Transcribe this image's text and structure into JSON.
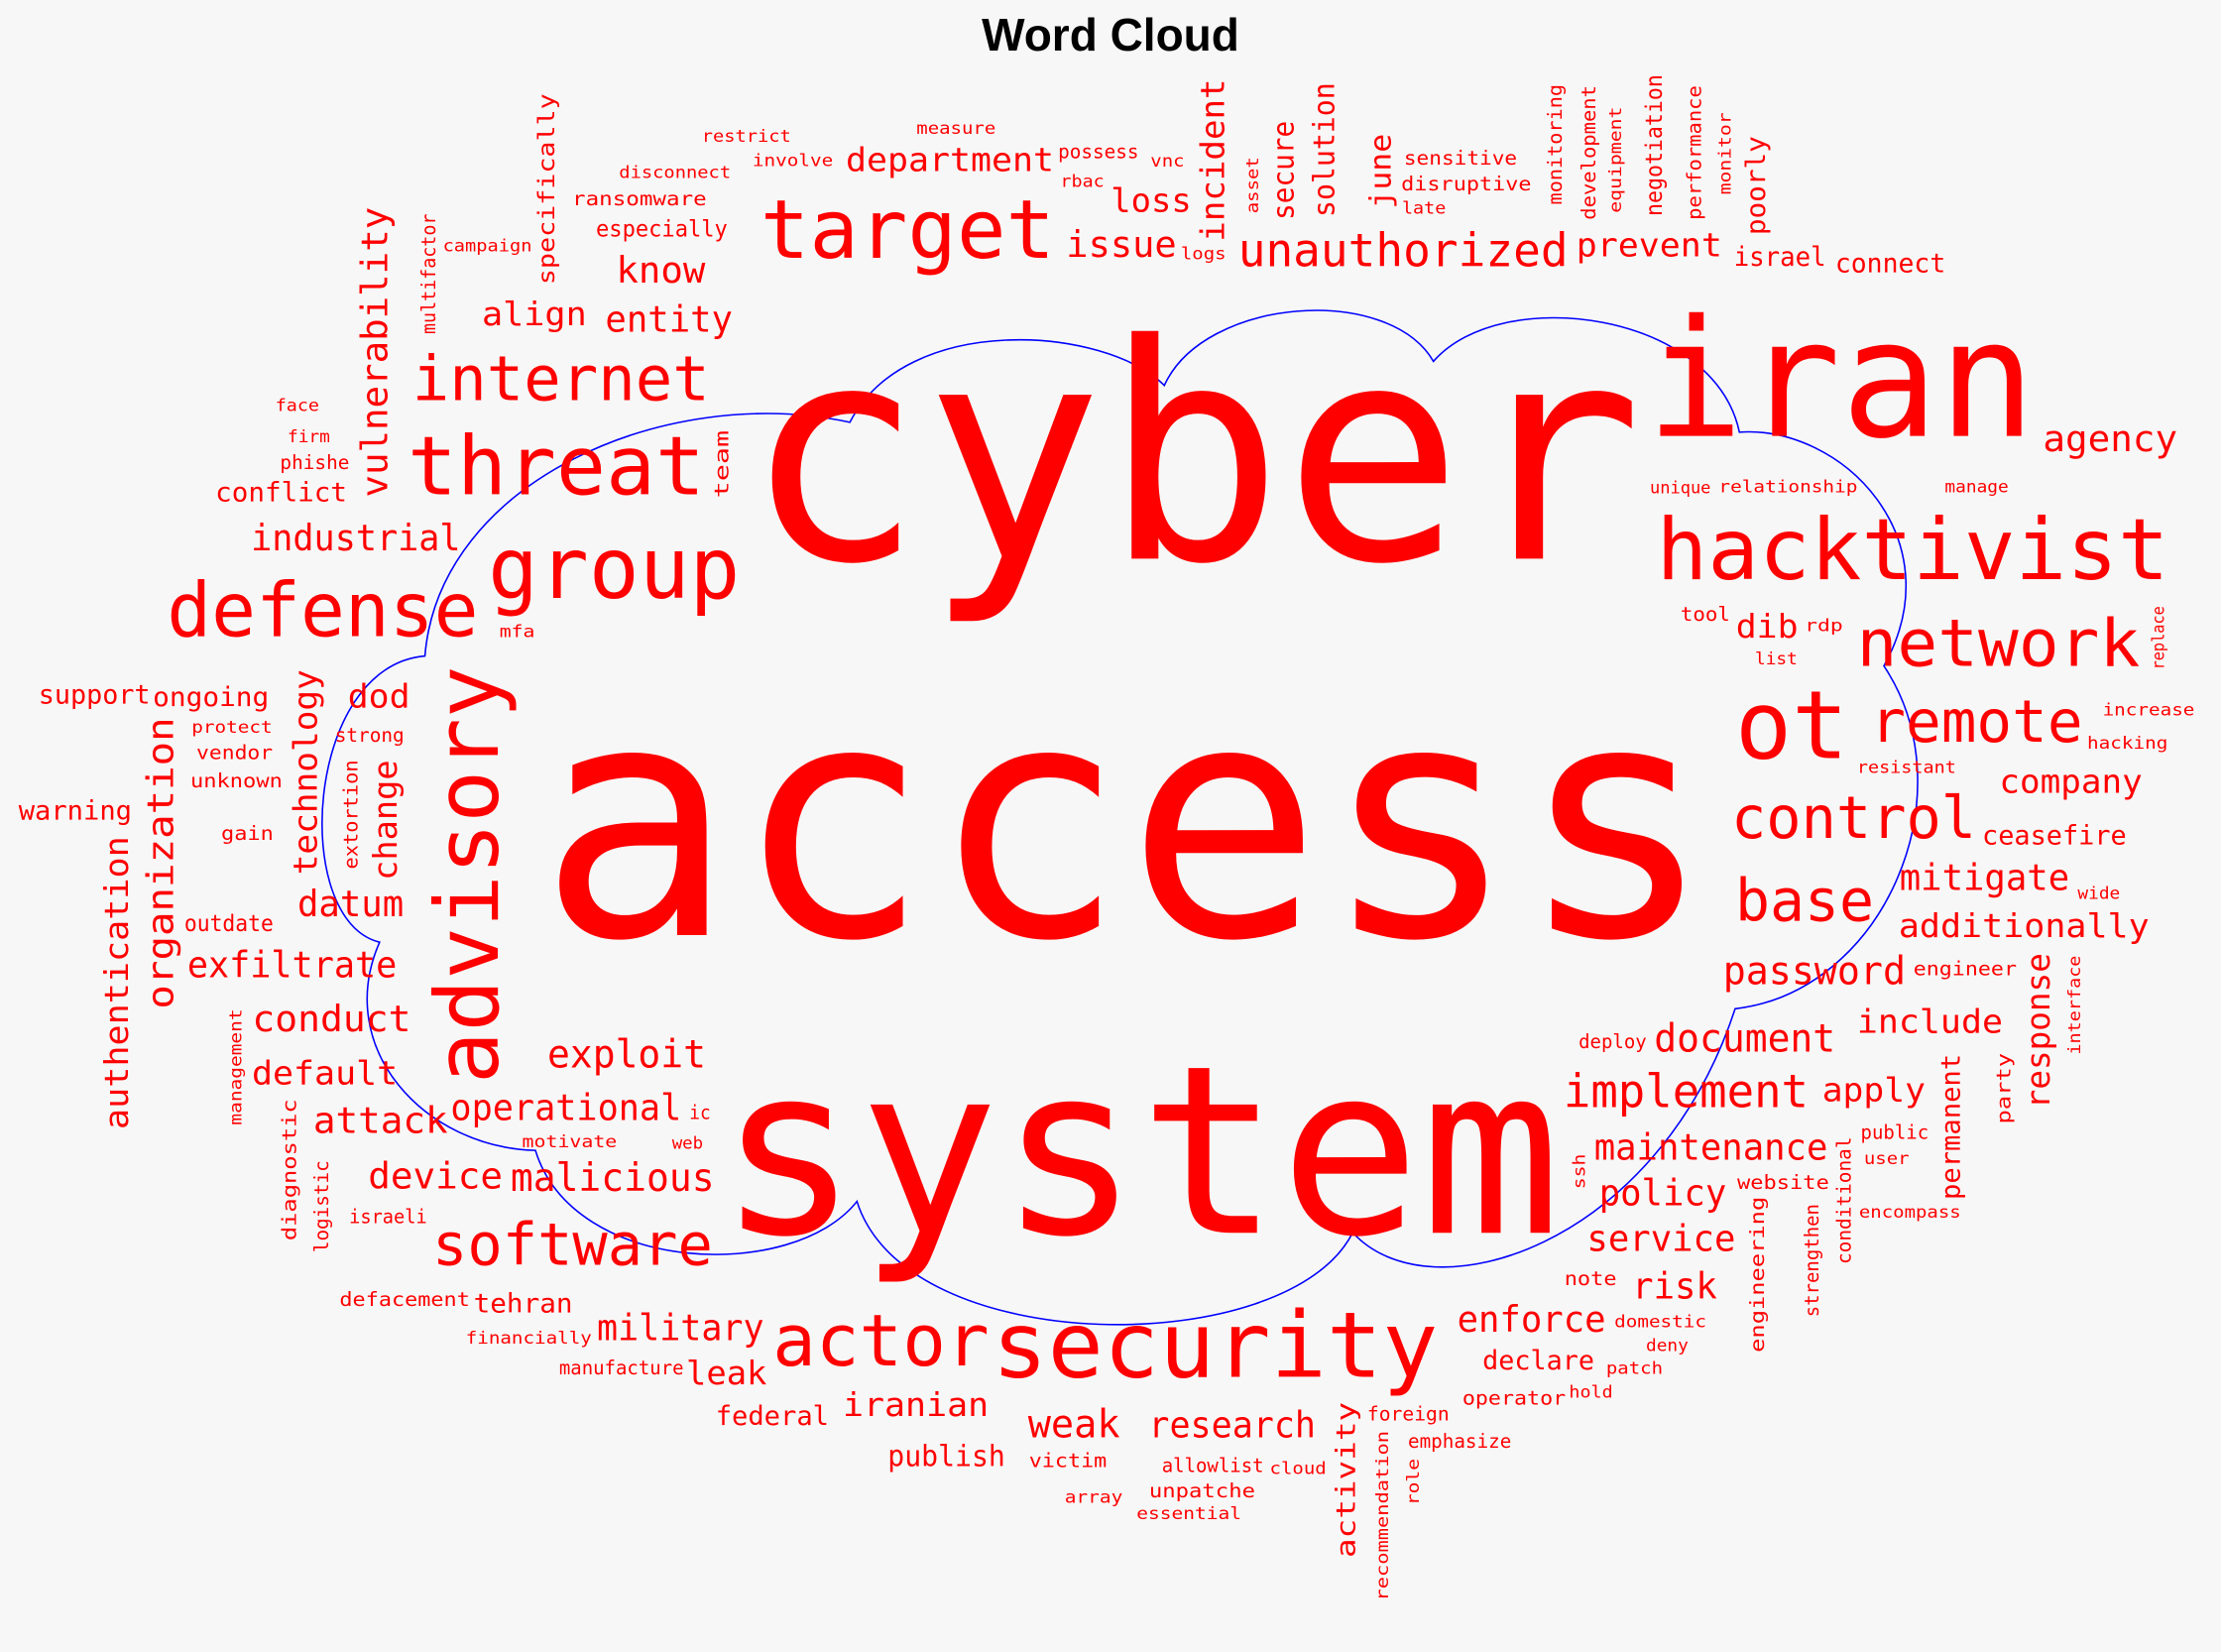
{
  "title": "Word Cloud",
  "chart_data": {
    "type": "wordcloud",
    "title": "Word Cloud",
    "word_color": "#ff0000",
    "outline_color": "#0000ff",
    "background_color": "#f7f7f7",
    "words": [
      {
        "text": "access",
        "weight": 1.0
      },
      {
        "text": "cyber",
        "weight": 0.92
      },
      {
        "text": "system",
        "weight": 0.72
      },
      {
        "text": "iran",
        "weight": 0.5
      },
      {
        "text": "hacktivist",
        "weight": 0.26
      },
      {
        "text": "ot",
        "weight": 0.29
      },
      {
        "text": "security",
        "weight": 0.28
      },
      {
        "text": "actor",
        "weight": 0.22
      },
      {
        "text": "threat",
        "weight": 0.25
      },
      {
        "text": "target",
        "weight": 0.25
      },
      {
        "text": "group",
        "weight": 0.26
      },
      {
        "text": "defense",
        "weight": 0.23
      },
      {
        "text": "internet",
        "weight": 0.19
      },
      {
        "text": "advisory",
        "weight": 0.27
      },
      {
        "text": "network",
        "weight": 0.2
      },
      {
        "text": "remote",
        "weight": 0.18
      },
      {
        "text": "control",
        "weight": 0.18
      },
      {
        "text": "base",
        "weight": 0.18
      },
      {
        "text": "unauthorized",
        "weight": 0.14
      },
      {
        "text": "software",
        "weight": 0.18
      },
      {
        "text": "implement",
        "weight": 0.14
      },
      {
        "text": "password",
        "weight": 0.12
      },
      {
        "text": "exploit",
        "weight": 0.12
      },
      {
        "text": "malicious",
        "weight": 0.12
      },
      {
        "text": "research",
        "weight": 0.11
      },
      {
        "text": "enforce",
        "weight": 0.11
      },
      {
        "text": "weak",
        "weight": 0.12
      },
      {
        "text": "military",
        "weight": 0.11
      },
      {
        "text": "manufacture",
        "weight": 0.06
      },
      {
        "text": "operational",
        "weight": 0.11
      },
      {
        "text": "device",
        "weight": 0.11
      },
      {
        "text": "attack",
        "weight": 0.11
      },
      {
        "text": "default",
        "weight": 0.1
      },
      {
        "text": "conduct",
        "weight": 0.11
      },
      {
        "text": "outdate",
        "weight": 0.07
      },
      {
        "text": "exfiltrate",
        "weight": 0.11
      },
      {
        "text": "iranian",
        "weight": 0.1
      },
      {
        "text": "declare",
        "weight": 0.08
      },
      {
        "text": "maintenance",
        "weight": 0.11
      },
      {
        "text": "document",
        "weight": 0.12
      },
      {
        "text": "include",
        "weight": 0.1
      },
      {
        "text": "apply",
        "weight": 0.1
      },
      {
        "text": "policy",
        "weight": 0.11
      },
      {
        "text": "service",
        "weight": 0.11
      },
      {
        "text": "risk",
        "weight": 0.11
      },
      {
        "text": "federal",
        "weight": 0.08
      },
      {
        "text": "leak",
        "weight": 0.1
      },
      {
        "text": "datum",
        "weight": 0.11
      },
      {
        "text": "ongoing",
        "weight": 0.08
      },
      {
        "text": "tehran",
        "weight": 0.08
      },
      {
        "text": "publish",
        "weight": 0.09
      },
      {
        "text": "allowlist",
        "weight": 0.06
      },
      {
        "text": "foreign",
        "weight": 0.06
      },
      {
        "text": "motivate",
        "weight": 0.05
      },
      {
        "text": "strong",
        "weight": 0.06
      },
      {
        "text": "ic",
        "weight": 0.06
      },
      {
        "text": "mfa",
        "weight": 0.05
      },
      {
        "text": "warning",
        "weight": 0.08
      },
      {
        "text": "support",
        "weight": 0.08
      },
      {
        "text": "unknown",
        "weight": 0.06
      },
      {
        "text": "vendor",
        "weight": 0.06
      },
      {
        "text": "gain",
        "weight": 0.06
      },
      {
        "text": "protect",
        "weight": 0.05
      },
      {
        "text": "conflict",
        "weight": 0.08
      },
      {
        "text": "dod",
        "weight": 0.1
      },
      {
        "text": "firm",
        "weight": 0.05
      },
      {
        "text": "face",
        "weight": 0.05
      },
      {
        "text": "industrial",
        "weight": 0.11
      },
      {
        "text": "align",
        "weight": 0.1
      },
      {
        "text": "issue",
        "weight": 0.11
      },
      {
        "text": "department",
        "weight": 0.1
      },
      {
        "text": "measure",
        "weight": 0.05
      },
      {
        "text": "loss",
        "weight": 0.1
      },
      {
        "text": "logs",
        "weight": 0.05
      },
      {
        "text": "especially",
        "weight": 0.07
      },
      {
        "text": "possess",
        "weight": 0.06
      },
      {
        "text": "involve",
        "weight": 0.05
      },
      {
        "text": "disconnect",
        "weight": 0.05
      },
      {
        "text": "rbac",
        "weight": 0.05
      },
      {
        "text": "entity",
        "weight": 0.11
      },
      {
        "text": "restrict",
        "weight": 0.05
      },
      {
        "text": "phishe",
        "weight": 0.06
      },
      {
        "text": "know",
        "weight": 0.11
      },
      {
        "text": "ransomware",
        "weight": 0.06
      },
      {
        "text": "campaign",
        "weight": 0.05
      },
      {
        "text": "late",
        "weight": 0.05
      },
      {
        "text": "disruptive",
        "weight": 0.06
      },
      {
        "text": "vnc",
        "weight": 0.05
      },
      {
        "text": "prevent",
        "weight": 0.1
      },
      {
        "text": "israel",
        "weight": 0.08
      },
      {
        "text": "agency",
        "weight": 0.11
      },
      {
        "text": "connect",
        "weight": 0.08
      },
      {
        "text": "unique",
        "weight": 0.05
      },
      {
        "text": "relationship",
        "weight": 0.05
      },
      {
        "text": "list",
        "weight": 0.05
      },
      {
        "text": "dib",
        "weight": 0.1
      },
      {
        "text": "rdp",
        "weight": 0.05
      },
      {
        "text": "manage",
        "weight": 0.05
      },
      {
        "text": "additionally",
        "weight": 0.1
      },
      {
        "text": "increase",
        "weight": 0.05
      },
      {
        "text": "sensitive",
        "weight": 0.06
      },
      {
        "text": "tool",
        "weight": 0.06
      },
      {
        "text": "resistant",
        "weight": 0.05
      },
      {
        "text": "company",
        "weight": 0.1
      },
      {
        "text": "hacking",
        "weight": 0.05
      },
      {
        "text": "wide",
        "weight": 0.05
      },
      {
        "text": "user",
        "weight": 0.05
      },
      {
        "text": "deploy",
        "weight": 0.06
      },
      {
        "text": "mitigate",
        "weight": 0.11
      },
      {
        "text": "engineer",
        "weight": 0.06
      },
      {
        "text": "ceasefire",
        "weight": 0.08
      },
      {
        "text": "public",
        "weight": 0.06
      },
      {
        "text": "encompass",
        "weight": 0.05
      },
      {
        "text": "website",
        "weight": 0.06
      },
      {
        "text": "domestic",
        "weight": 0.05
      },
      {
        "text": "deny",
        "weight": 0.05
      },
      {
        "text": "patch",
        "weight": 0.05
      },
      {
        "text": "hold",
        "weight": 0.05
      },
      {
        "text": "note",
        "weight": 0.06
      },
      {
        "text": "victim",
        "weight": 0.06
      },
      {
        "text": "unpatche",
        "weight": 0.06
      },
      {
        "text": "array",
        "weight": 0.05
      },
      {
        "text": "operator",
        "weight": 0.06
      },
      {
        "text": "emphasize",
        "weight": 0.06
      },
      {
        "text": "cloud",
        "weight": 0.05
      },
      {
        "text": "essential",
        "weight": 0.05
      },
      {
        "text": "israeli",
        "weight": 0.06
      },
      {
        "text": "web",
        "weight": 0.05
      },
      {
        "text": "defacement",
        "weight": 0.06
      },
      {
        "text": "financially",
        "weight": 0.05
      },
      {
        "text": "authentication",
        "weight": 0.1
      },
      {
        "text": "technology",
        "weight": 0.1
      },
      {
        "text": "organization",
        "weight": 0.11
      },
      {
        "text": "change",
        "weight": 0.1
      },
      {
        "text": "vulnerability",
        "weight": 0.11
      },
      {
        "text": "specifically",
        "weight": 0.07
      },
      {
        "text": "asset",
        "weight": 0.05
      },
      {
        "text": "multifactor",
        "weight": 0.06
      },
      {
        "text": "recommendation",
        "weight": 0.05
      },
      {
        "text": "extortion",
        "weight": 0.06
      },
      {
        "text": "logistic",
        "weight": 0.06
      },
      {
        "text": "management",
        "weight": 0.05
      },
      {
        "text": "diagnostic",
        "weight": 0.06
      },
      {
        "text": "activity",
        "weight": 0.08
      },
      {
        "text": "ssh",
        "weight": 0.05
      },
      {
        "text": "engineering",
        "weight": 0.06
      },
      {
        "text": "role",
        "weight": 0.05
      },
      {
        "text": "conditional",
        "weight": 0.06
      },
      {
        "text": "strengthen",
        "weight": 0.06
      },
      {
        "text": "team",
        "weight": 0.06
      },
      {
        "text": "secure",
        "weight": 0.09
      },
      {
        "text": "solution",
        "weight": 0.09
      },
      {
        "text": "incident",
        "weight": 0.1
      },
      {
        "text": "development",
        "weight": 0.06
      },
      {
        "text": "equipment",
        "weight": 0.05
      },
      {
        "text": "june",
        "weight": 0.09
      },
      {
        "text": "negotiation",
        "weight": 0.07
      },
      {
        "text": "monitoring",
        "weight": 0.06
      },
      {
        "text": "monitor",
        "weight": 0.05
      },
      {
        "text": "performance",
        "weight": 0.06
      },
      {
        "text": "poorly",
        "weight": 0.08
      },
      {
        "text": "replace",
        "weight": 0.05
      },
      {
        "text": "permanent",
        "weight": 0.08
      },
      {
        "text": "response",
        "weight": 0.1
      },
      {
        "text": "party",
        "weight": 0.06
      },
      {
        "text": "interface",
        "weight": 0.05
      }
    ]
  }
}
